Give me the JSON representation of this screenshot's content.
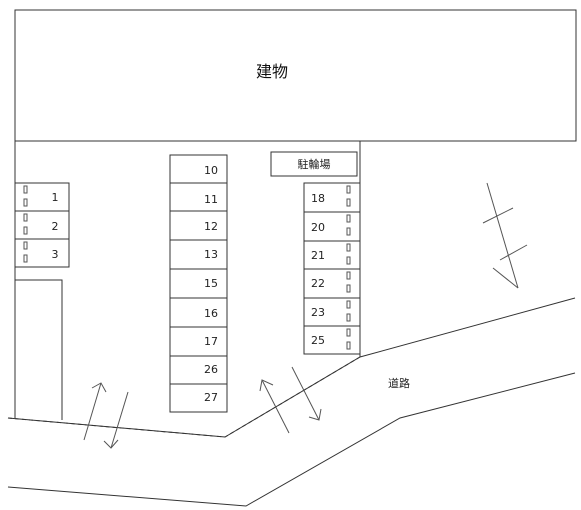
{
  "building_label": "建物",
  "bicycle_parking_label": "駐輪場",
  "road_label": "道路",
  "left_spaces": [
    "1",
    "2",
    "3"
  ],
  "center_spaces": [
    "10",
    "11",
    "12",
    "13",
    "15",
    "16",
    "17",
    "26",
    "27"
  ],
  "right_spaces": [
    "18",
    "20",
    "21",
    "22",
    "23",
    "25"
  ]
}
